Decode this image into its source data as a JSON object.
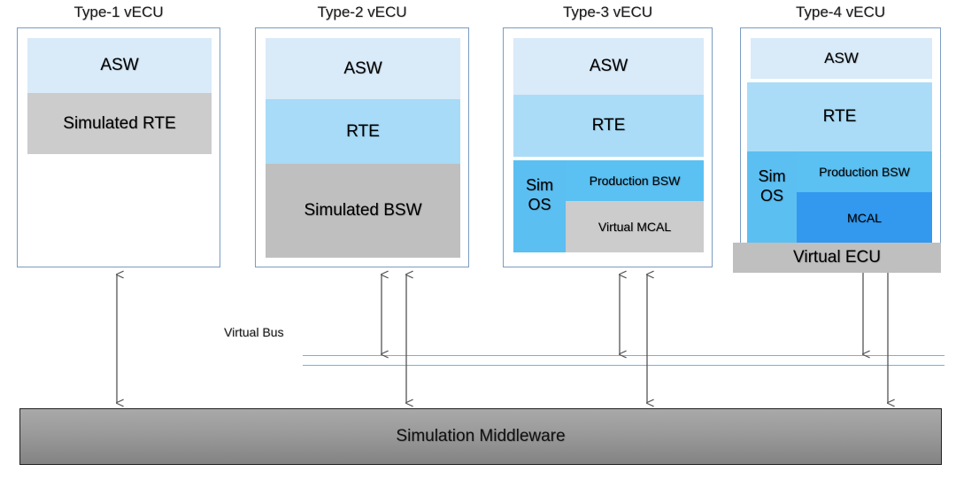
{
  "diagram": {
    "title_row": [
      {
        "label": "Type-1 vECU"
      },
      {
        "label": "Type-2 vECU"
      },
      {
        "label": "Type-3 vECU"
      },
      {
        "label": "Type-4 vECU"
      }
    ],
    "columns": [
      {
        "id": "type-1",
        "title": "Type-1 vECU",
        "layers": [
          {
            "name": "asw",
            "label": "ASW"
          },
          {
            "name": "simulated-rte",
            "label": "Simulated RTE"
          }
        ]
      },
      {
        "id": "type-2",
        "title": "Type-2 vECU",
        "layers": [
          {
            "name": "asw",
            "label": "ASW"
          },
          {
            "name": "rte",
            "label": "RTE"
          },
          {
            "name": "simulated-bsw",
            "label": "Simulated BSW"
          }
        ]
      },
      {
        "id": "type-3",
        "title": "Type-3 vECU",
        "layers": [
          {
            "name": "asw",
            "label": "ASW"
          },
          {
            "name": "rte",
            "label": "RTE"
          },
          {
            "name": "sim-os",
            "label": "Sim OS"
          },
          {
            "name": "production-bsw",
            "label": "Production BSW"
          },
          {
            "name": "virtual-mcal",
            "label": "Virtual MCAL"
          }
        ]
      },
      {
        "id": "type-4",
        "title": "Type-4 vECU",
        "layers": [
          {
            "name": "asw",
            "label": "ASW"
          },
          {
            "name": "rte",
            "label": "RTE"
          },
          {
            "name": "sim-os",
            "label": "Sim OS"
          },
          {
            "name": "production-bsw",
            "label": "Production BSW"
          },
          {
            "name": "mcal",
            "label": "MCAL"
          },
          {
            "name": "virtual-ecu",
            "label": "Virtual ECU"
          }
        ]
      }
    ],
    "bus": {
      "label": "Virtual Bus",
      "line_color": "#6cb4e4",
      "line_count": 2
    },
    "middleware": {
      "label": "Simulation Middleware",
      "fill_top": "#a9a9a9",
      "fill_bottom": "#838383",
      "border_color": "#222222"
    },
    "palette": {
      "box_border": "#7a9cc0",
      "asw": "#d9eaf8",
      "rte": "#a7dbf7",
      "gray": "#cccccc",
      "gray_dark": "#bfbfbf",
      "sim_os": "#5bbff2",
      "production_bsw": "#5bc0f2",
      "mcal": "#3399ee",
      "arrow": "#555555"
    },
    "connectors": [
      {
        "name": "type1-to-middleware",
        "from": "type-1",
        "to": "middleware"
      },
      {
        "name": "type2-to-bus",
        "from": "type-2",
        "to": "virtual-bus"
      },
      {
        "name": "type2-to-middleware",
        "from": "type-2",
        "to": "middleware"
      },
      {
        "name": "type3-to-bus",
        "from": "type-3",
        "to": "virtual-bus"
      },
      {
        "name": "type3-to-middleware",
        "from": "type-3",
        "to": "middleware"
      },
      {
        "name": "type4-to-bus",
        "from": "type-4",
        "to": "virtual-bus"
      },
      {
        "name": "type4-to-middleware",
        "from": "type-4",
        "to": "middleware"
      }
    ]
  }
}
